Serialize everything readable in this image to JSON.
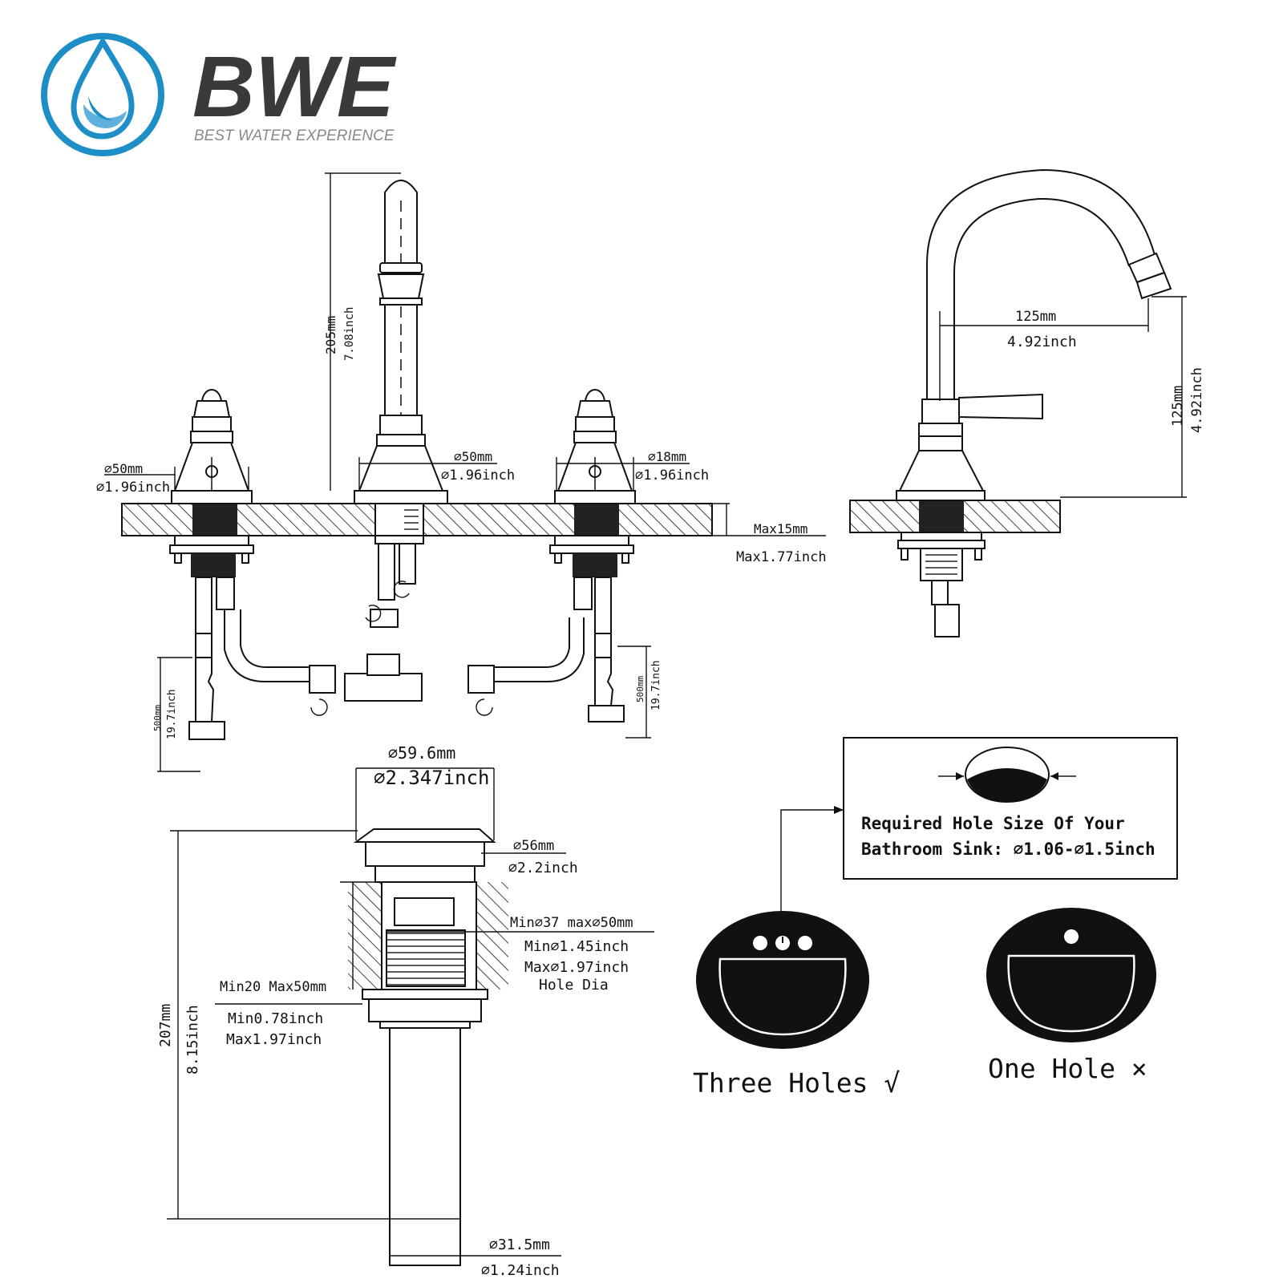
{
  "brand": {
    "name": "BWE",
    "tagline": "BEST WATER EXPERIENCE",
    "colors": {
      "ring": "#1e8fc6",
      "wordmark": "#3a3a3a",
      "tagline": "#8a8a8a"
    }
  },
  "front_view": {
    "spout_height_mm": "205mm",
    "spout_height_inch": "7.08inch",
    "left_handle_dia_mm": "⌀50mm",
    "left_handle_dia_inch": "⌀1.96inch",
    "spout_base_dia_mm": "⌀50mm",
    "spout_base_dia_inch": "⌀1.96inch",
    "right_handle_dia_mm": "⌀18mm",
    "right_handle_dia_inch": "⌀1.96inch",
    "deck_max_mm": "Max15mm",
    "deck_max_inch": "Max1.77inch",
    "left_hose_mm": "500mm",
    "left_hose_inch": "19.7inch",
    "right_hose_mm": "500mm",
    "right_hose_inch": "19.7inch"
  },
  "side_view": {
    "reach_mm": "125mm",
    "reach_inch": "4.92inch",
    "height_mm": "125mm",
    "height_inch": "4.92inch"
  },
  "drain": {
    "top_dia_mm": "⌀59.6mm",
    "top_dia_inch": "⌀2.347inch",
    "cap_dia_mm": "⌀56mm",
    "cap_dia_inch": "⌀2.2inch",
    "hole_range_mm": "Min⌀37 max⌀50mm",
    "hole_min_inch": "Min⌀1.45inch",
    "hole_max_inch": "Max⌀1.97inch",
    "hole_label": "Hole Dia",
    "thickness_mm": "Min20 Max50mm",
    "thickness_min_inch": "Min0.78inch",
    "thickness_max_inch": "Max1.97inch",
    "length_mm": "207mm",
    "length_inch": "8.15inch",
    "tail_dia_mm": "⌀31.5mm",
    "tail_dia_inch": "⌀1.24inch"
  },
  "sink_note": {
    "line1": "Required Hole Size Of Your",
    "line2": "Bathroom Sink: ⌀1.06-⌀1.5inch",
    "three_holes": "Three Holes √",
    "one_hole": "One Hole ×"
  }
}
